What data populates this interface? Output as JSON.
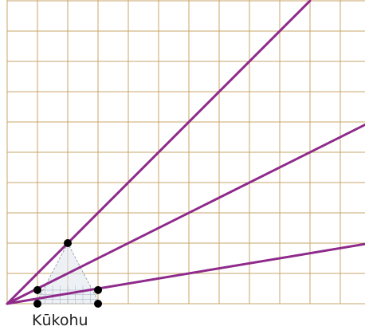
{
  "caption": "Kūkohu",
  "colors": {
    "grid": "#c9a46a",
    "ray": "#8e2a8a",
    "point": "#000000",
    "triangle_fill": "#dfe6ee",
    "triangle_stroke": "#9aa4b0"
  },
  "diagram": {
    "type": "grid-with-rays",
    "grid": {
      "columns": 12,
      "rows": 10
    },
    "origin_cell": [
      0,
      0
    ],
    "rays": [
      {
        "name": "ray-steep",
        "through_cell": [
          10,
          10
        ]
      },
      {
        "name": "ray-middle",
        "through_cell": [
          12,
          6
        ]
      },
      {
        "name": "ray-shallow",
        "through_cell": [
          12,
          2
        ]
      }
    ],
    "points": [
      {
        "name": "apex-point",
        "cell": [
          2,
          2
        ]
      },
      {
        "name": "left-point",
        "cell": [
          1,
          0.45
        ]
      },
      {
        "name": "right-point",
        "cell": [
          3,
          0.45
        ]
      },
      {
        "name": "bottom-left-point",
        "cell": [
          1,
          0
        ]
      },
      {
        "name": "bottom-right-point",
        "cell": [
          3,
          0
        ]
      }
    ]
  }
}
